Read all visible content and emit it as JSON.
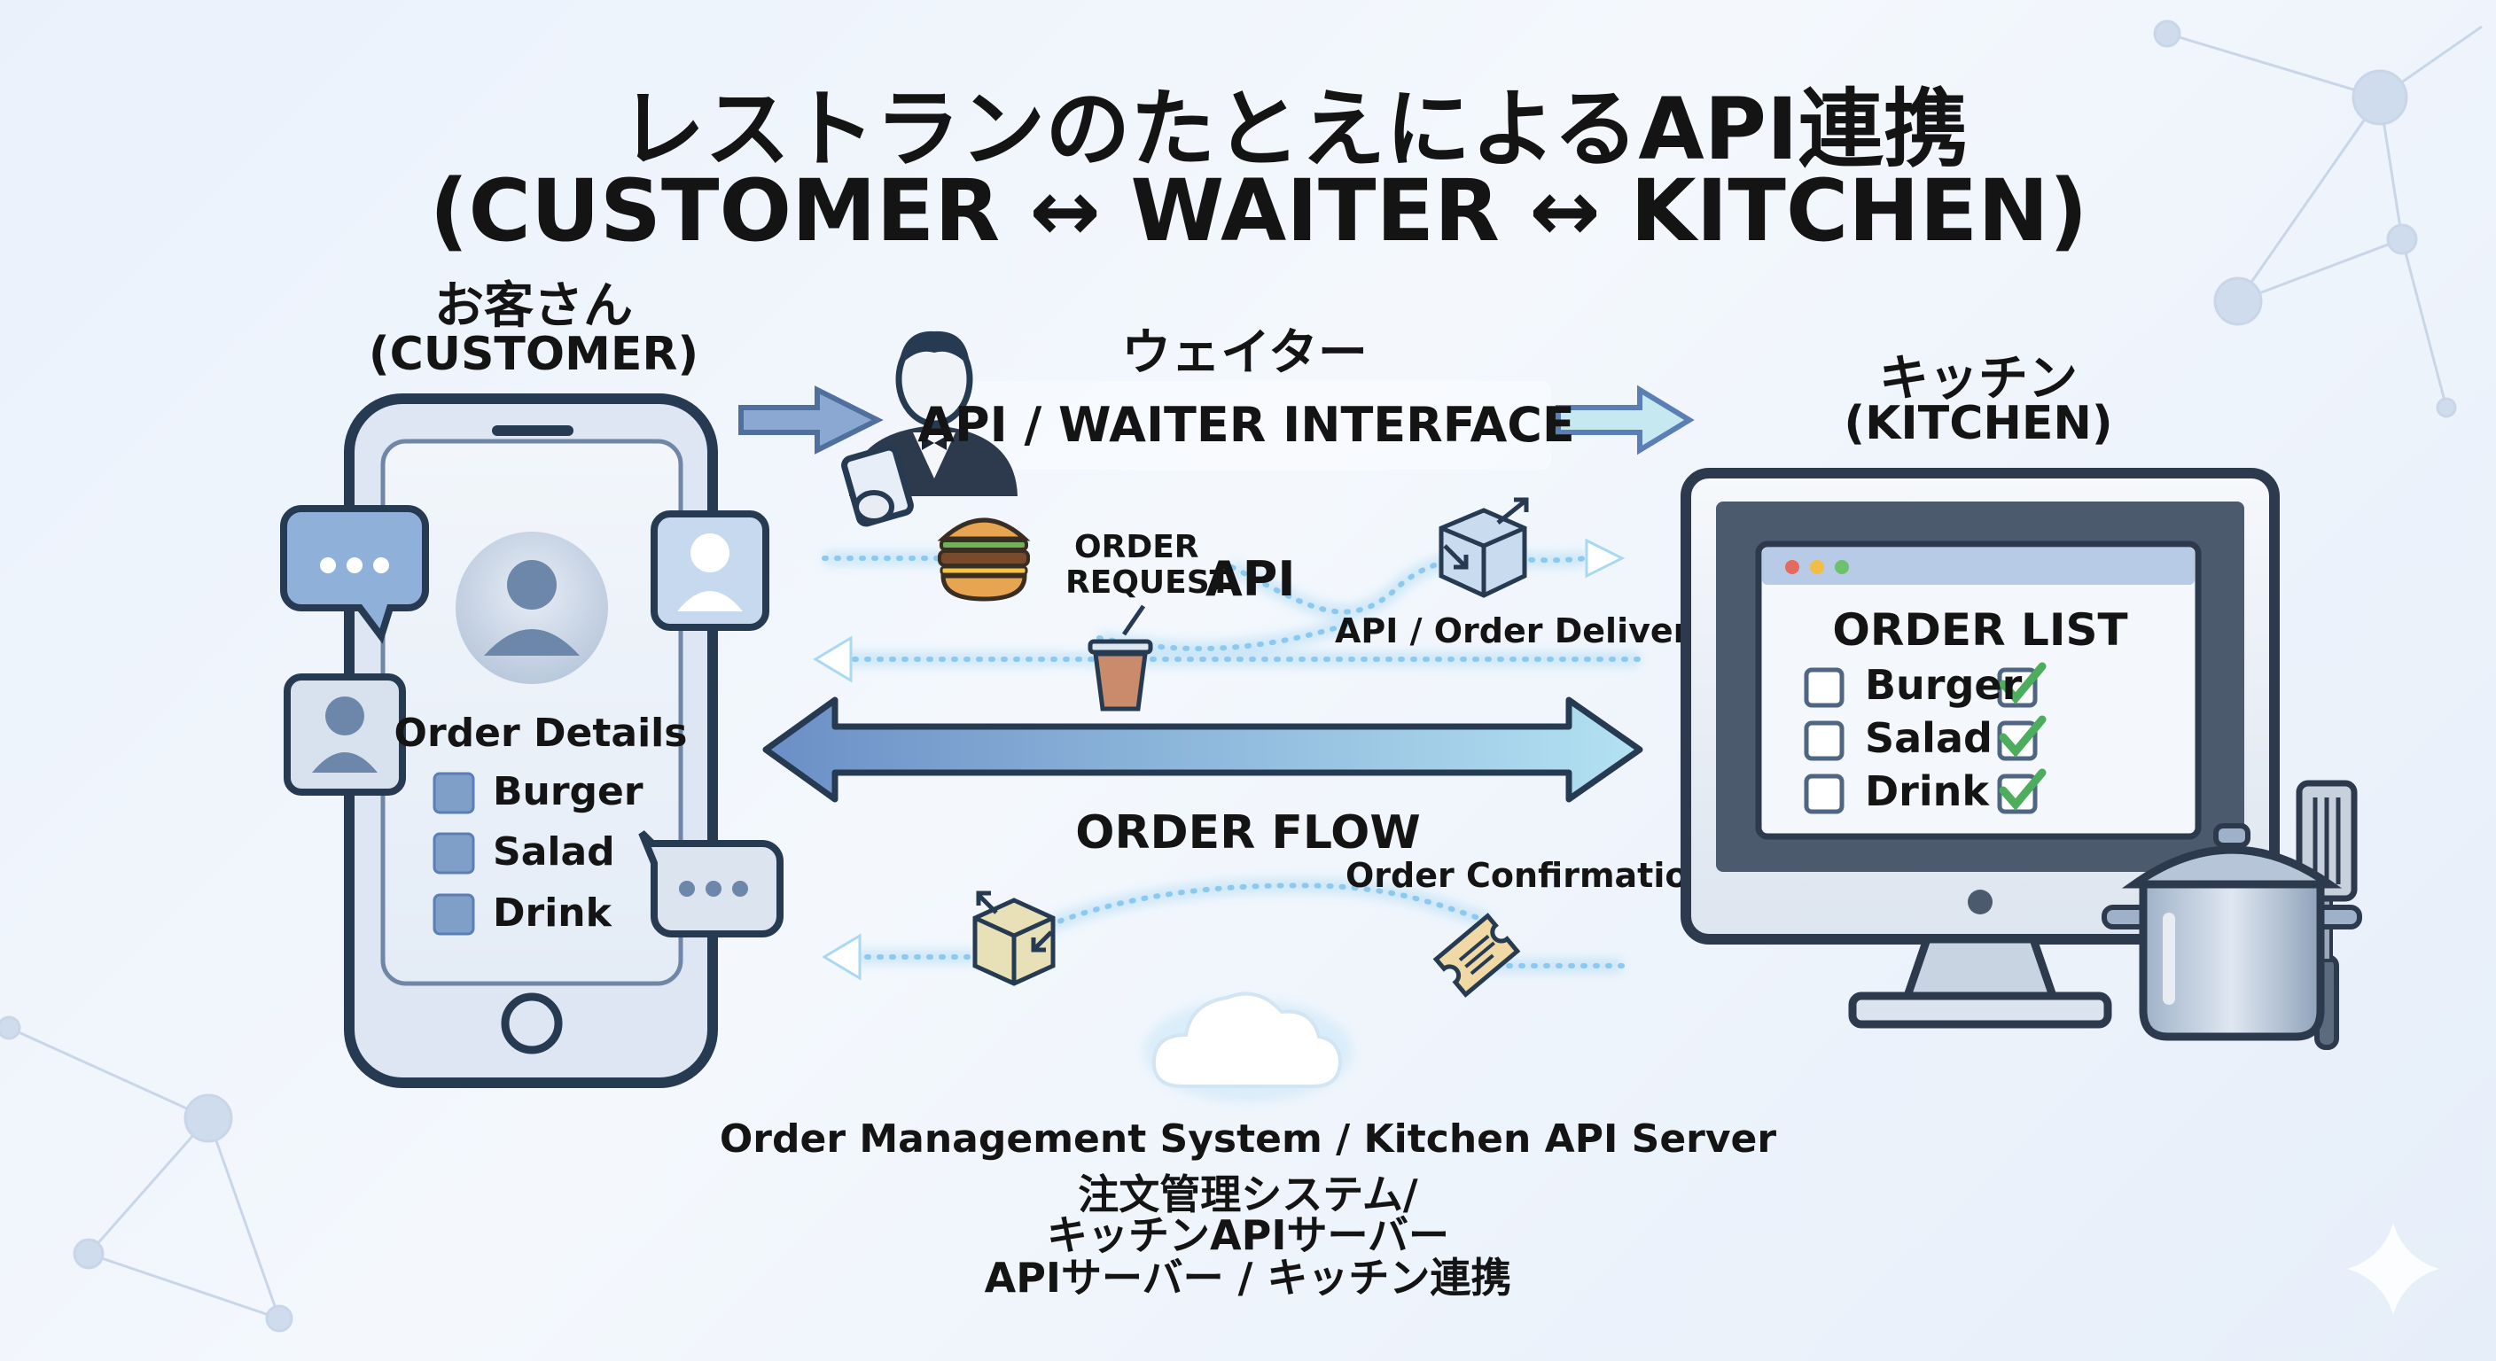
{
  "title": {
    "line1": "レストランのたとえによるAPI連携",
    "line2": "(CUSTOMER ↔ WAITER ↔ KITCHEN)"
  },
  "customer": {
    "label_ja": "お客さん",
    "label_en": "(CUSTOMER)",
    "details_title": "Order Details",
    "items": [
      "Burger",
      "Salad",
      "Drink"
    ]
  },
  "waiter": {
    "label_ja": "ウェイター",
    "interface_label": "API / WAITER INTERFACE"
  },
  "kitchen": {
    "label_ja": "キッチン",
    "label_en": "(KITCHEN)",
    "list_title": "ORDER LIST",
    "items": [
      "Burger",
      "Salad",
      "Drink"
    ]
  },
  "flow": {
    "order_request_line1": "ORDER",
    "order_request_line2": "REQUEST",
    "api": "API",
    "order_delivery": "API / Order Delivery",
    "order_flow": "ORDER FLOW",
    "order_confirmation": "Order Confirmation"
  },
  "server": {
    "line1": "Order Management System / Kitchen API Server",
    "line2": "注文管理システム/",
    "line3": "キッチンAPIサーバー",
    "line4": "APIサーバー / キッチン連携"
  },
  "colors": {
    "accent_blue": "#5b7fb5",
    "dark_navy": "#263a52",
    "glow_blue": "#9fd3f2",
    "check_green": "#4cae5c"
  }
}
